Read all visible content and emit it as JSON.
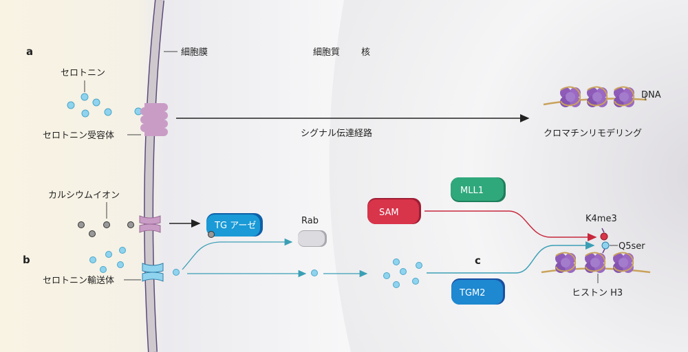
{
  "panels": {
    "a": "a",
    "b": "b",
    "c": "c"
  },
  "labels": {
    "membrane": "細胞膜",
    "cytoplasm": "細胞質",
    "nucleus": "核",
    "serotonin": "セロトニン",
    "serotonin_receptor": "セロトニン受容体",
    "signal_pathway": "シグナル伝達経路",
    "dna": "DNA",
    "chromatin_remodeling": "クロマチンリモデリング",
    "calcium_ion": "カルシウムイオン",
    "serotonin_transporter": "セロトニン輸送体",
    "rab": "Rab",
    "k4me3": "K4me3",
    "q5ser": "Q5ser",
    "histone_h3": "ヒストン H3"
  },
  "enzymes": {
    "tgase": "TG アーゼ",
    "sam": "SAM",
    "mll1": "MLL1",
    "tgm2": "TGM2"
  },
  "colors": {
    "serotonin": "#8fd3ef",
    "calcium": "#888888",
    "receptor": "#c99cc6",
    "tgase": "#1a9ad6",
    "sam": "#d8344a",
    "mll1": "#2fa87c",
    "tgm2": "#1e78c8",
    "histone": "#8e5cb8",
    "dna": "#c9a25a",
    "teal": "#3a9fb5",
    "red": "#c8283c"
  }
}
